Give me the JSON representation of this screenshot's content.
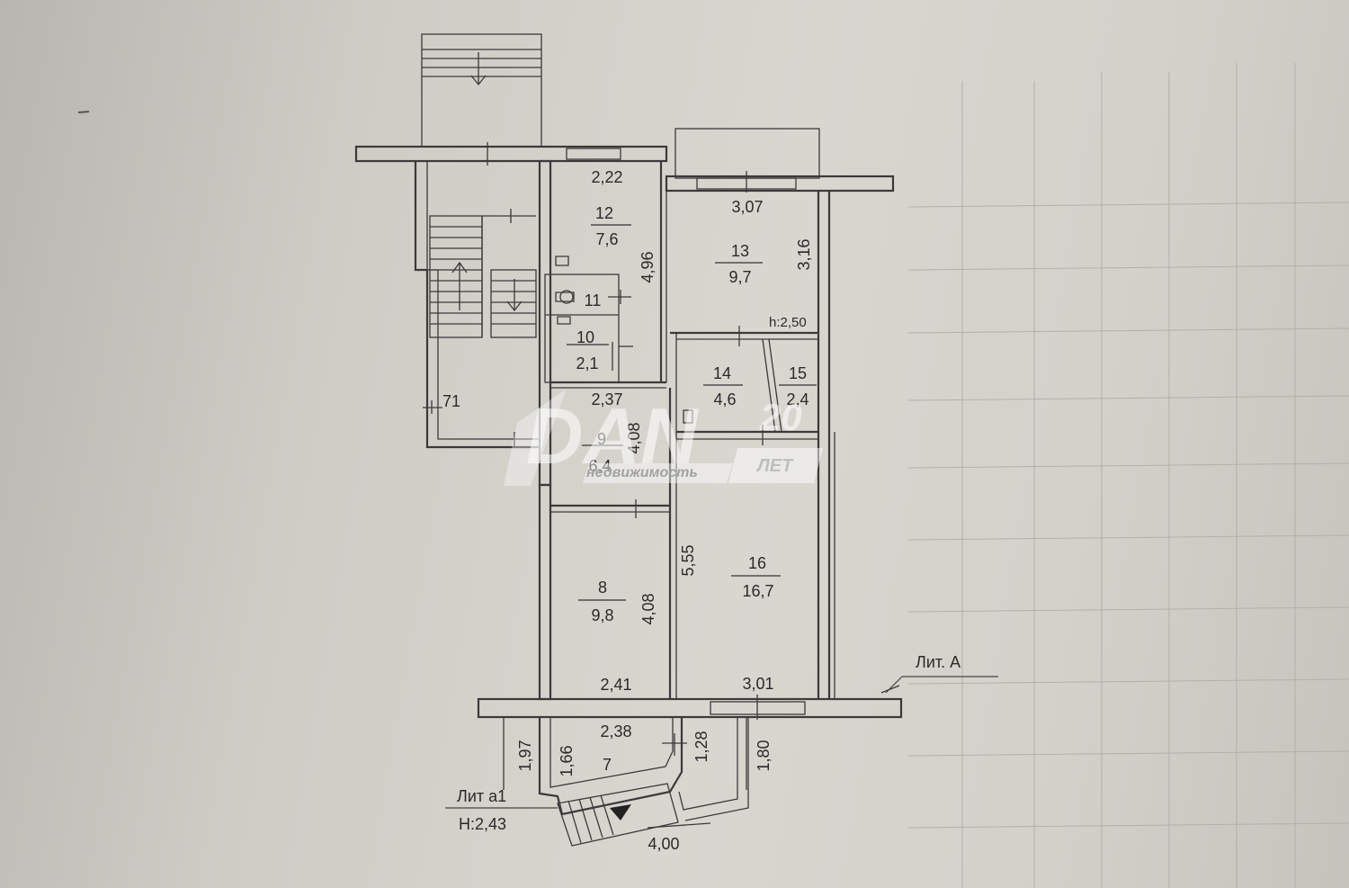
{
  "rooms": [
    {
      "id": "7",
      "area": ""
    },
    {
      "id": "8",
      "area": "9,8"
    },
    {
      "id": "9",
      "area": "6,4"
    },
    {
      "id": "10",
      "area": "2,1"
    },
    {
      "id": "11",
      "area": ""
    },
    {
      "id": "12",
      "area": "7,6"
    },
    {
      "id": "13",
      "area": "9,7"
    },
    {
      "id": "14",
      "area": "4,6"
    },
    {
      "id": "15",
      "area": "2,4"
    },
    {
      "id": "16",
      "area": "16,7"
    }
  ],
  "dimensions": [
    "2,22",
    "4,96",
    "3,07",
    "3,16",
    "2,37",
    "4,08",
    "4,08",
    "5,55",
    "2,41",
    "3,01",
    "2,38",
    "1,97",
    "1,66",
    "1,28",
    "1,80",
    "4,00",
    "71"
  ],
  "labels": {
    "height_main": "h:2,50",
    "lit_a": "Лит. А",
    "lit_a1": "Лит  а1",
    "height_a1": "Н:2,43"
  },
  "watermark": {
    "logo": "DAN",
    "number": "20",
    "subtitle": "недвижимость",
    "years": "ЛЕТ"
  }
}
